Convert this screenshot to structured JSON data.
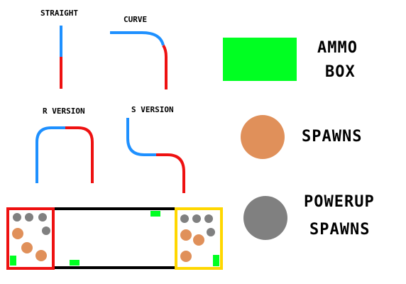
{
  "labels": {
    "straight": "STRAIGHT",
    "curve": "CURVE",
    "r_version": "R VERSION",
    "s_version": "S VERSION",
    "ammo_box_line1": "AMMO",
    "ammo_box_line2": "BOX",
    "spawns": "SPAWNS",
    "powerup_spawns_line1": "POWERUP",
    "powerup_spawns_line2": "SPAWNS"
  },
  "colors": {
    "blue": "#1e90ff",
    "red": "#ee1111",
    "green": "#00ff22",
    "orange": "#e0905a",
    "gray": "#808080",
    "black": "#000000",
    "red_base": "#ee1111",
    "yellow_base": "#ffd700"
  }
}
